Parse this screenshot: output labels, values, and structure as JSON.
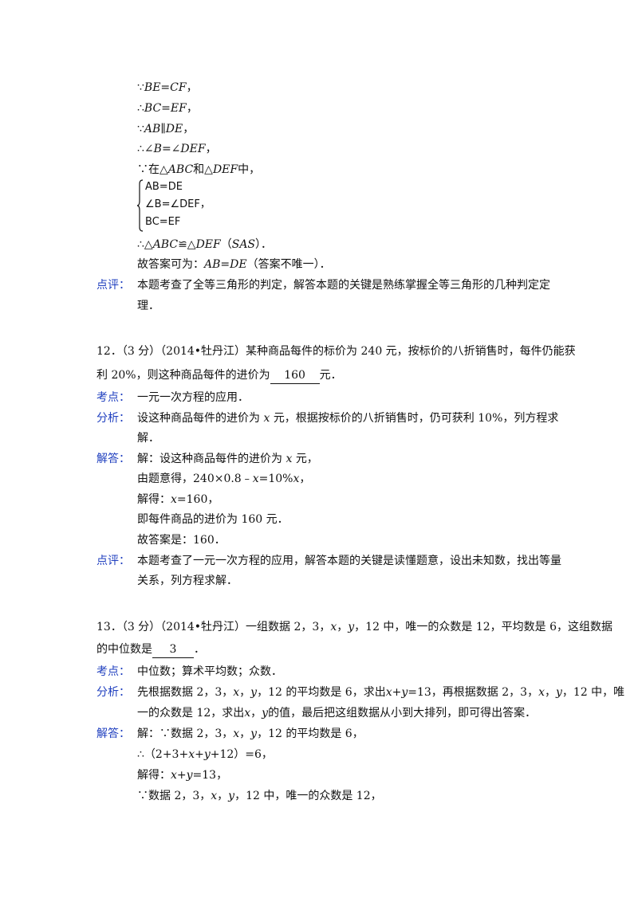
{
  "p11": {
    "l1": {
      "s": "∵",
      "m": "BE=CF",
      "e": "，"
    },
    "l2": {
      "s": "∴",
      "m": "BC=EF",
      "e": "，"
    },
    "l3": {
      "s": "∵",
      "m": "AB∥DE",
      "e": "，"
    },
    "l4": {
      "s": "∴∠",
      "m1": "B",
      "mid": "=∠",
      "m2": "DEF",
      "e": "，"
    },
    "l5": {
      "s": "∵在△",
      "m1": "ABC",
      "mid": "和△",
      "m2": "DEF",
      "e": "中，"
    },
    "sys": {
      "r1": "AB=DE",
      "r2": "∠B=∠DEF，",
      "r3": "BC=EF"
    },
    "l6": {
      "s": "∴△",
      "m1": "ABC",
      "mid": "≌△",
      "m2": "DEF",
      "e": "（",
      "m3": "SAS",
      "e2": "）．"
    },
    "l7": {
      "s": "故答案可为：",
      "m": "AB=DE",
      "e": "（答案不唯一）．"
    },
    "comment_label": "点评：",
    "comment_1": "本题考查了全等三角形的判定，解答本题的关键是熟练掌握全等三角形的几种判定定",
    "comment_2": "理．"
  },
  "q12": {
    "stem_1": "12．（3 分）（2014•牡丹江）某种商品每件的标价为 240 元，按标价的八折销售时，每件仍能获",
    "stem_2a": "利 20%，则这种商品每件的进价为",
    "answer": "160",
    "stem_2b": "元．",
    "kd_label": "考点：",
    "kd": "一元一次方程的应用．",
    "fx_label": "分析：",
    "fx_1a": "设这种商品每件的进价为",
    "fx_var": "x",
    "fx_1b": "元，根据按标价的八折销售时，仍可获利 10%，列方程求",
    "fx_2": "解．",
    "jd_label": "解答：",
    "jd_1a": "解：设这种商品每件的进价为",
    "jd_1b": "元，",
    "jd_2a": "由题意得，240×0.8﹣",
    "jd_2b": "=10%",
    "jd_2c": "，",
    "jd_3a": "解得：",
    "jd_3b": "=160，",
    "jd_4": "即每件商品的进价为 160 元．",
    "jd_5": "故答案是：160．",
    "dp_label": "点评：",
    "dp_1": "本题考查了一元一次方程的应用，解答本题的关键是读懂题意，设出未知数，找出等量",
    "dp_2": "关系，列方程求解．"
  },
  "q13": {
    "stem_1a": "13．（3 分）（2014•牡丹江）一组数据 2，3，",
    "stem_1b": "，",
    "stem_1c": "，12 中，唯一的众数是 12，平均数是 6，这组数据",
    "stem_2a": "的中位数是",
    "answer": "3",
    "stem_2b": "．",
    "x": "x",
    "y": "y",
    "kd_label": "考点：",
    "kd": "中位数；算术平均数；众数．",
    "fx_label": "分析：",
    "fx_1a": "先根据数据 2，3，",
    "fx_1b": "，",
    "fx_1c": "，12 的平均数是 6，求出",
    "fx_1d": "x+y",
    "fx_1e": "=13，再根据数据 2，3，",
    "fx_1f": "，",
    "fx_1g": "，12 中，唯",
    "fx_2a": "一的众数是 12，求出",
    "fx_2b": "，",
    "fx_2c": "的值，最后把这组数据从小到大排列，即可得出答案．",
    "jd_label": "解答：",
    "jd_1a": "解：∵数据 2，3，",
    "jd_1b": "，",
    "jd_1c": "，12 的平均数是 6，",
    "jd_2a": "∴（2+3+",
    "jd_2b": "x+y",
    "jd_2c": "+12）=6，",
    "jd_3a": "解得：",
    "jd_3b": "x+y",
    "jd_3c": "=13，",
    "jd_4a": "∵数据 2，3，",
    "jd_4b": "，",
    "jd_4c": "，12 中，唯一的众数是 12，"
  }
}
